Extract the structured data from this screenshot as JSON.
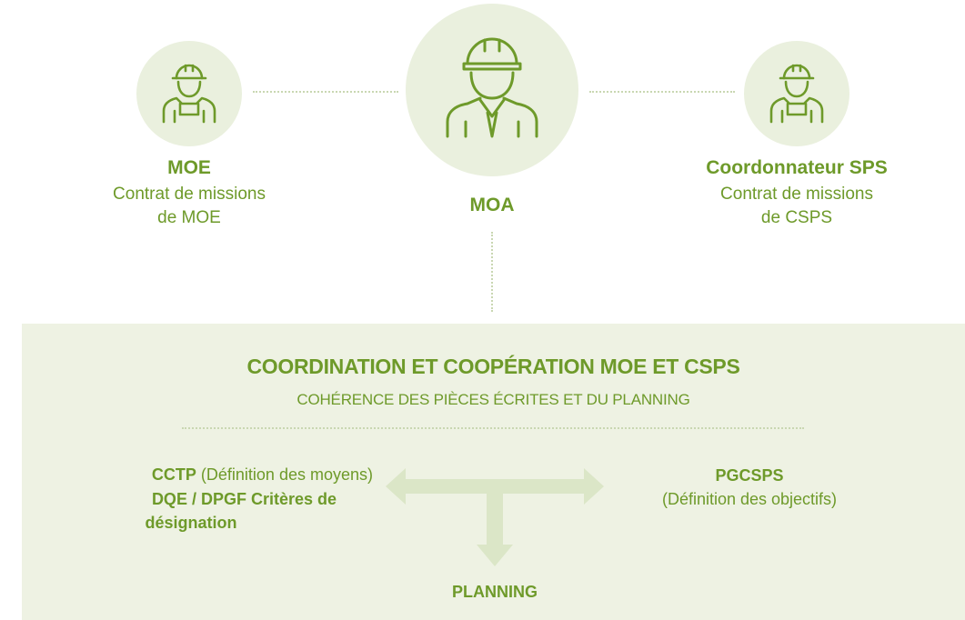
{
  "roles": {
    "moe": {
      "title": "MOE",
      "line1": "Contrat de missions",
      "line2": "de MOE"
    },
    "moa": {
      "title": "MOA"
    },
    "sps": {
      "title": "Coordonnateur SPS",
      "line1": "Contrat de missions",
      "line2": "de CSPS"
    }
  },
  "panel": {
    "title": "COORDINATION ET COOPÉRATION MOE ET CSPS",
    "subtitle": "COHÉRENCE DES PIÈCES ÉCRITES ET DU PLANNING",
    "left": {
      "cctp_bold": "CCTP",
      "cctp_rest": " (Définition des moyens)",
      "line2": "DQE / DPGF Critères de",
      "line3": "désignation"
    },
    "right": {
      "title": "PGCSPS",
      "sub": "(Définition des objectifs)"
    },
    "bottom": "PLANNING"
  },
  "colors": {
    "accent": "#6e9a2a",
    "circle": "#eaf0de",
    "panel": "#eef2e3",
    "arrow": "#dbe6c7",
    "dots": "#c9d7b2"
  },
  "icons": [
    "worker-helmet-icon",
    "manager-helmet-icon"
  ]
}
